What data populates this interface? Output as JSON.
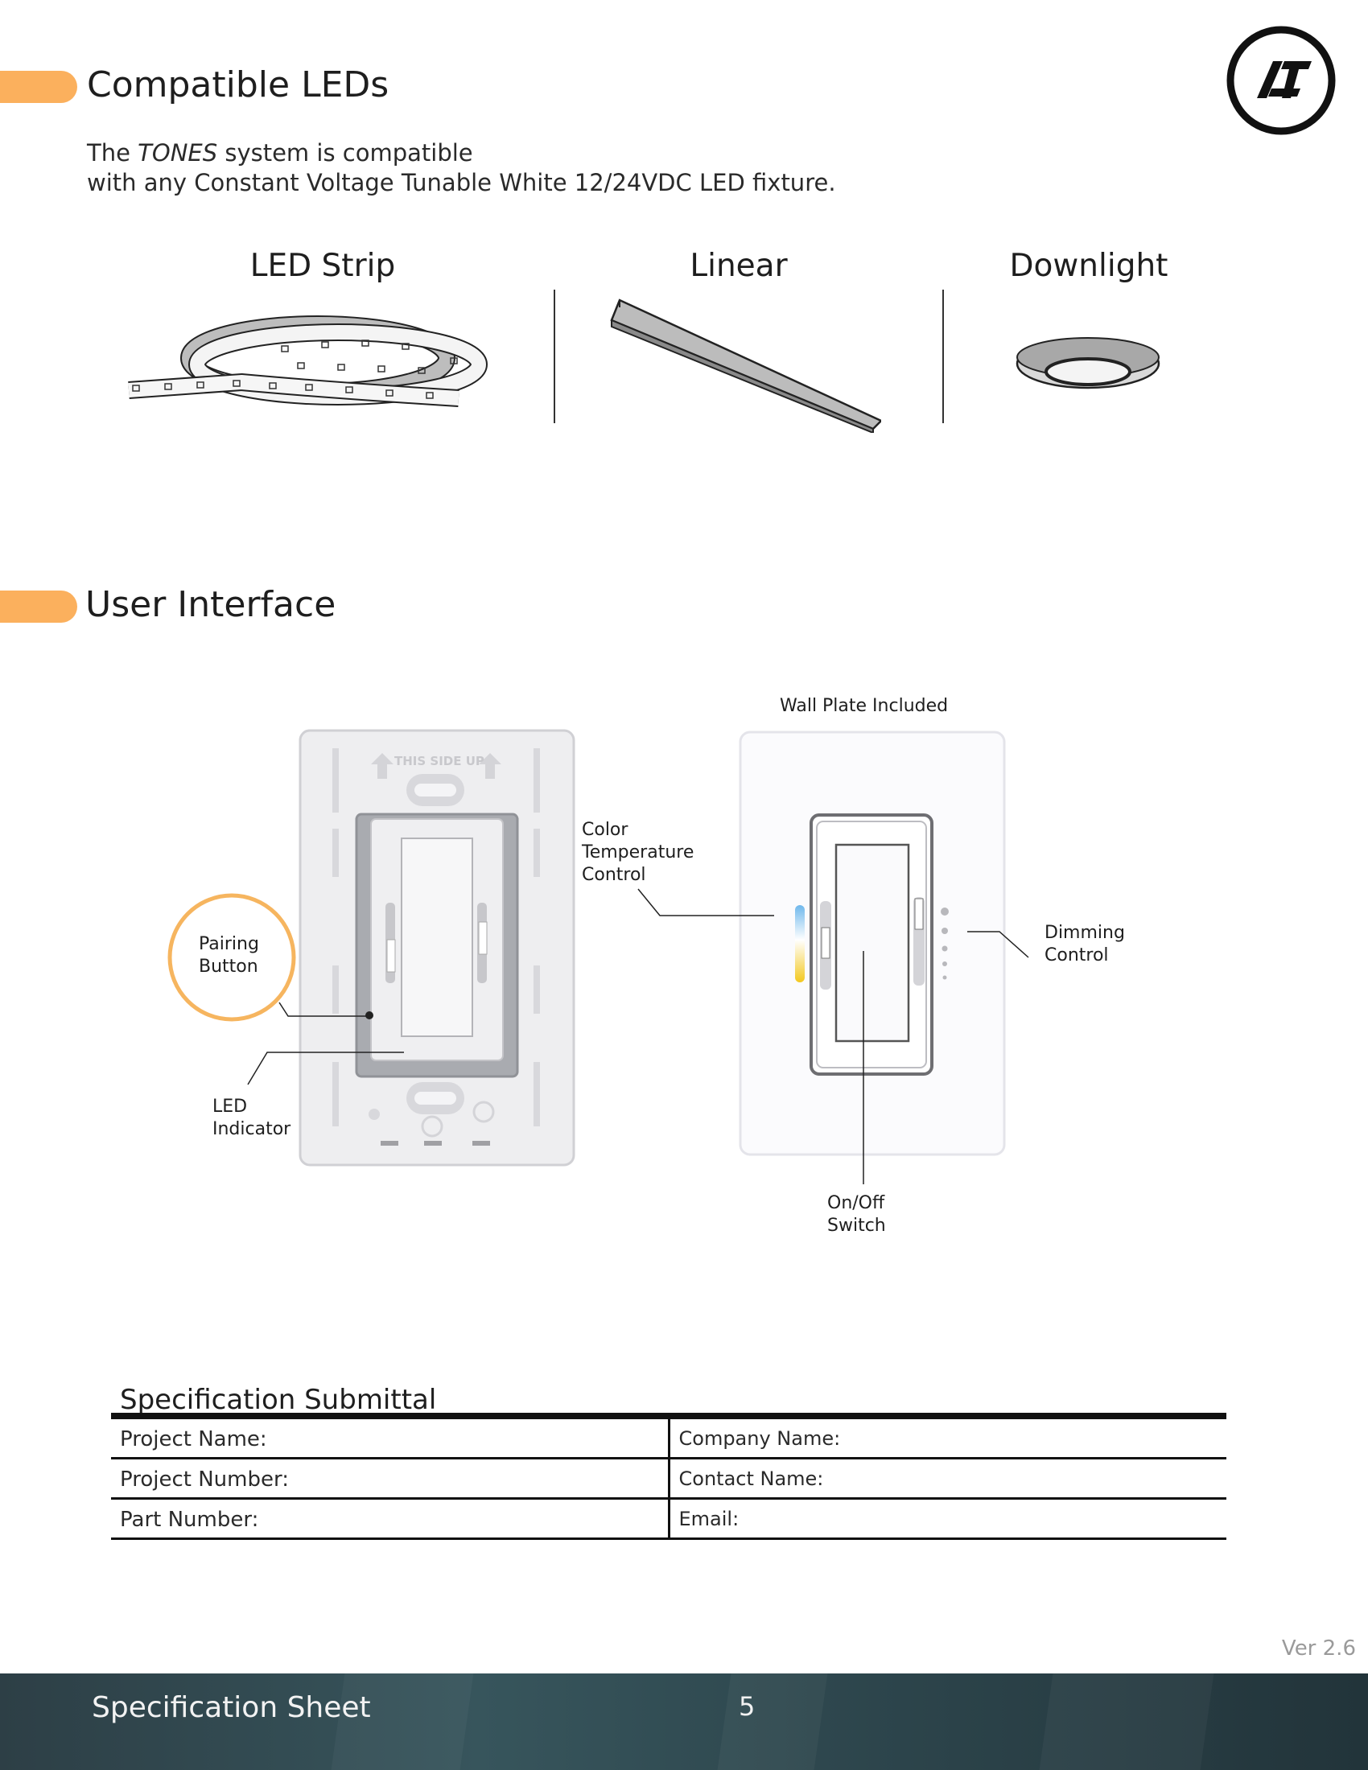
{
  "sections": {
    "compatible_title": "Compatible LEDs",
    "ui_title": "User Interface"
  },
  "intro": {
    "part1": "The ",
    "italic": "TONES",
    "part2": " system is compatible",
    "line2": "with any Constant Voltage Tunable White 12/24VDC LED fixture."
  },
  "fixtures": [
    {
      "label": "LED Strip",
      "icon": "led-strip-icon"
    },
    {
      "label": "Linear",
      "icon": "linear-fixture-icon"
    },
    {
      "label": "Downlight",
      "icon": "downlight-icon"
    }
  ],
  "device": {
    "top_label": "THIS SIDE UP",
    "wall_plate_label": "Wall Plate Included"
  },
  "callouts": {
    "color_temp": [
      "Color",
      "Temperature",
      "Control"
    ],
    "dimming": [
      "Dimming",
      "Control"
    ],
    "pairing": [
      "Pairing",
      "Button"
    ],
    "led_indicator": [
      "LED",
      "Indicator"
    ],
    "on_off": [
      "On/Off",
      "Switch"
    ]
  },
  "spec": {
    "title": "Specification Submittal",
    "rows": [
      {
        "left": "Project Name:",
        "right": "Company Name:"
      },
      {
        "left": "Project Number:",
        "right": "Contact Name:"
      },
      {
        "left": "Part Number:",
        "right": "Email:"
      }
    ]
  },
  "version": "Ver 2.6",
  "footer": {
    "title": "Specification Sheet",
    "page": "5"
  },
  "colors": {
    "accent": "#fbb05d",
    "footer_bg": "#2f474e",
    "text": "#1e1e1e"
  }
}
